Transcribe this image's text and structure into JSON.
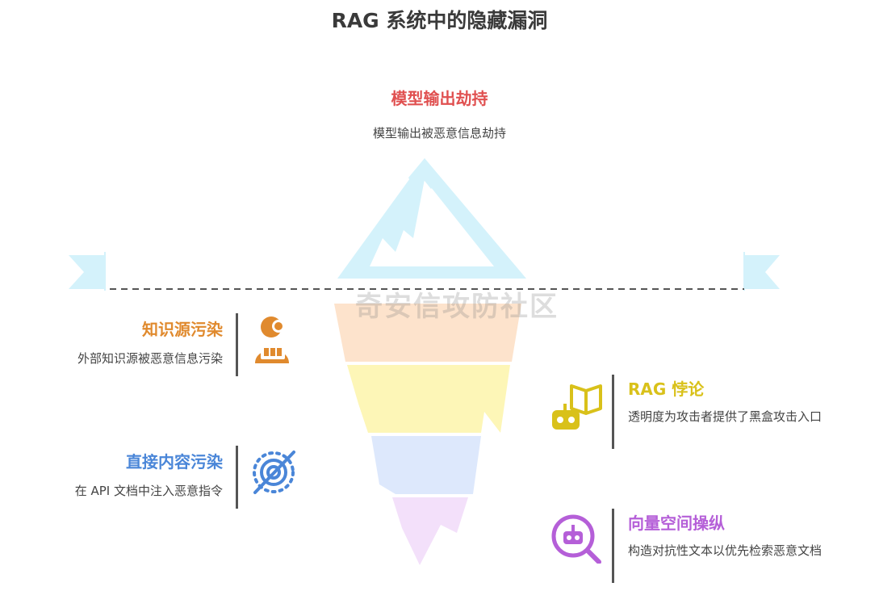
{
  "title": "RAG 系统中的隐藏漏洞",
  "watermark": "奇安信攻防社区",
  "colors": {
    "red": "#e05050",
    "orange": "#e08a2e",
    "blue": "#4a86d8",
    "yellow": "#d9c11a",
    "purple": "#b55fd8",
    "ice": "#d4f2fb",
    "layer1": "#fde3cc",
    "layer2": "#fdf6b7",
    "layer3": "#dde8fc",
    "layer4": "#f3e0fa"
  },
  "top": {
    "heading": "模型输出劫持",
    "desc": "模型输出被恶意信息劫持"
  },
  "left": [
    {
      "heading": "知识源污染",
      "desc": "外部知识源被恶意信息污染",
      "icon": "person-chart-icon"
    },
    {
      "heading": "直接内容污染",
      "desc": "在 API 文档中注入恶意指令",
      "icon": "no-eye-icon"
    }
  ],
  "right": [
    {
      "heading": "RAG 悖论",
      "desc": "透明度为攻击者提供了黑盒攻击入口",
      "icon": "robot-book-icon"
    },
    {
      "heading": "向量空间操纵",
      "desc": "构造对抗性文本以优先检索恶意文档",
      "icon": "robot-search-icon"
    }
  ]
}
